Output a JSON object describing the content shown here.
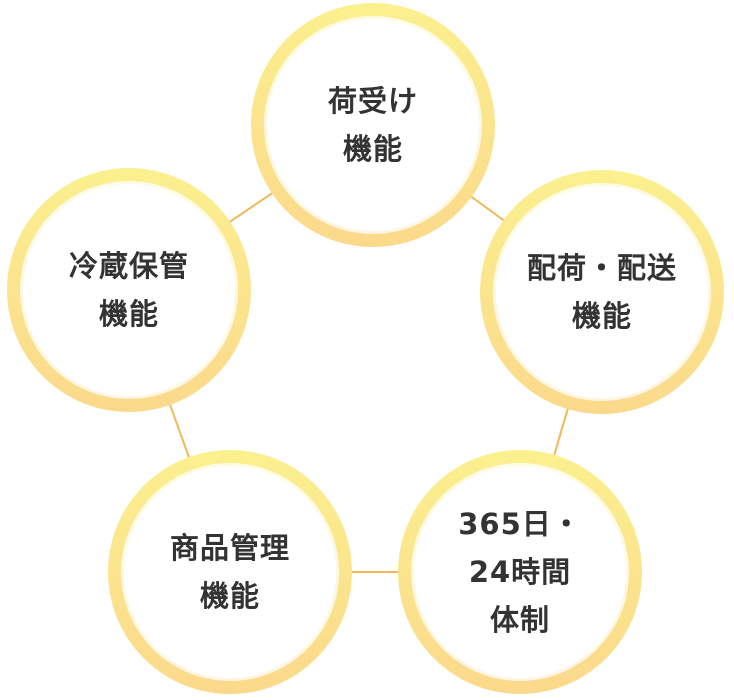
{
  "diagram": {
    "nodes": [
      {
        "id": "receiving",
        "lines": [
          "荷受け",
          "機能"
        ]
      },
      {
        "id": "shipping",
        "lines": [
          "配荷・配送",
          "機能"
        ]
      },
      {
        "id": "support",
        "lines": [
          "365日・",
          "24時間",
          "体制"
        ]
      },
      {
        "id": "inventory",
        "lines": [
          "商品管理",
          "機能"
        ]
      },
      {
        "id": "cold-storage",
        "lines": [
          "冷蔵保管",
          "機能"
        ]
      }
    ],
    "colors": {
      "ring_top": "#fbf08e",
      "ring_bottom": "#fbd98c",
      "connector": "#f3b857",
      "text": "#333333"
    }
  }
}
